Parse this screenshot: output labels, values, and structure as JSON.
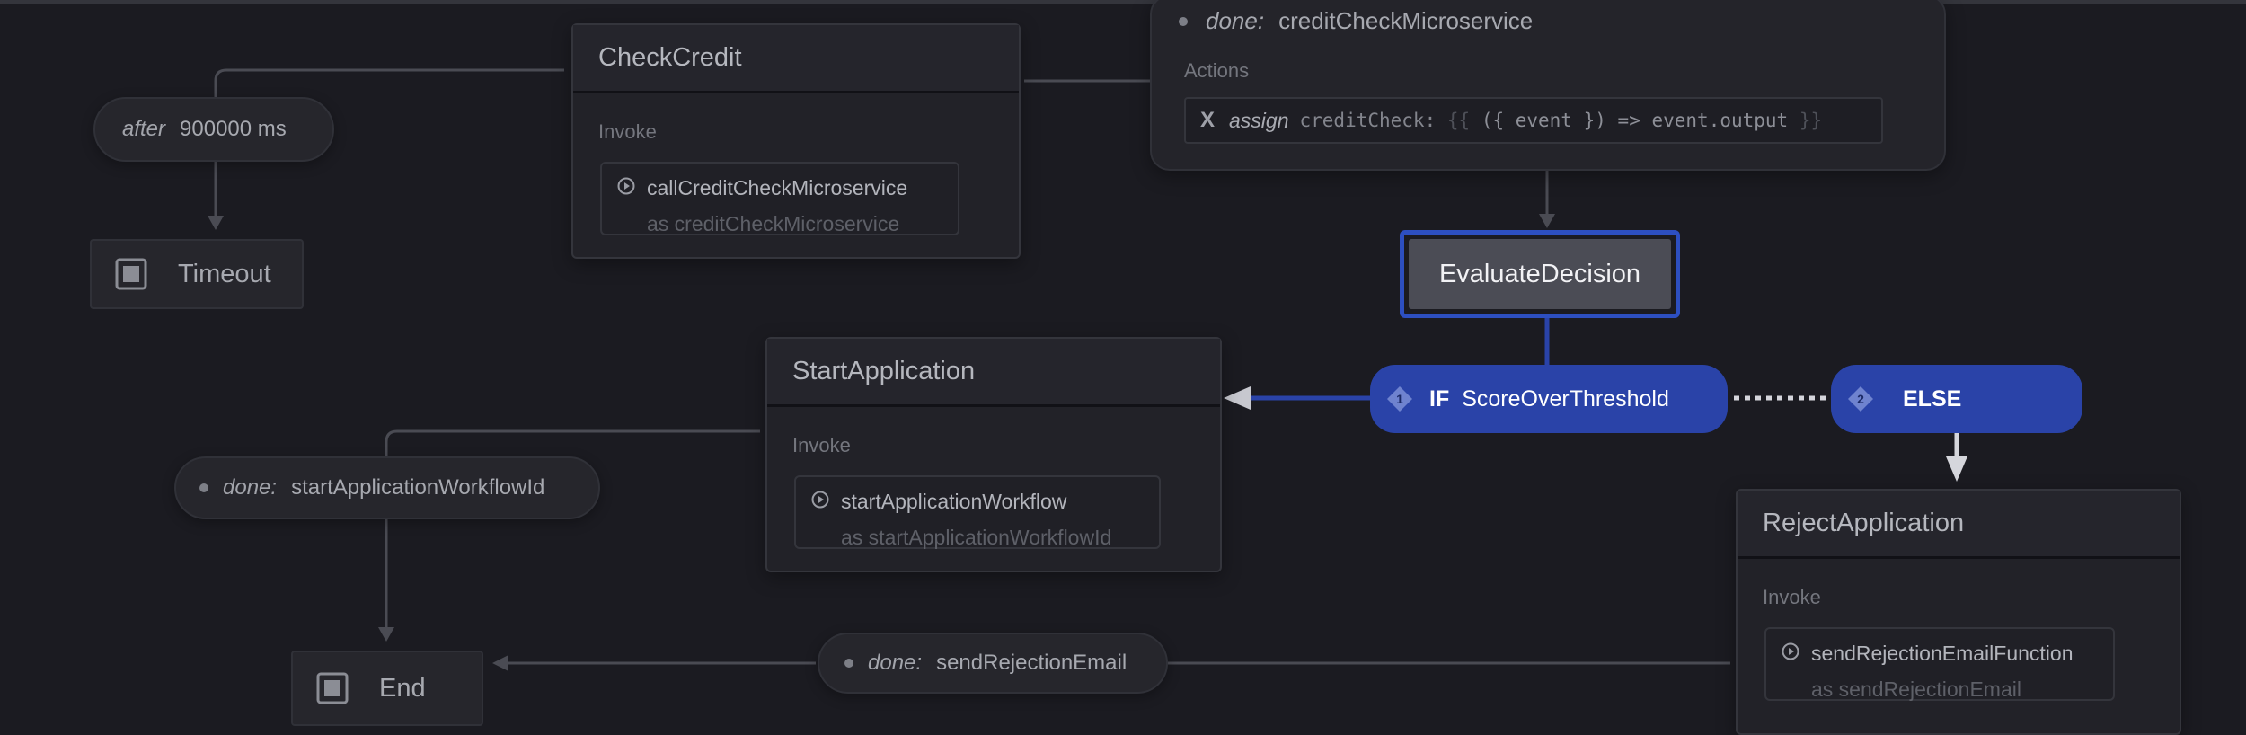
{
  "states": {
    "check_credit": {
      "name": "CheckCredit",
      "section": "Invoke",
      "src": "callCreditCheckMicroservice",
      "as": "as creditCheckMicroservice"
    },
    "start_application": {
      "name": "StartApplication",
      "section": "Invoke",
      "src": "startApplicationWorkflow",
      "as": "as startApplicationWorkflowId"
    },
    "reject_application": {
      "name": "RejectApplication",
      "section": "Invoke",
      "src": "sendRejectionEmailFunction",
      "as": "as sendRejectionEmail"
    },
    "evaluate_decision": {
      "name": "EvaluateDecision"
    },
    "timeout": {
      "name": "Timeout"
    },
    "end": {
      "name": "End"
    }
  },
  "done_card": {
    "keyword": "done:",
    "source": "creditCheckMicroservice",
    "section": "Actions",
    "action_icon": "X",
    "action_keyword": "assign",
    "code_prefix": "creditCheck:",
    "code_open": "{{",
    "code_body": "({ event }) => event.output",
    "code_close": "}}"
  },
  "transitions": {
    "after": {
      "keyword": "after",
      "value": "900000 ms"
    },
    "done_start": {
      "keyword": "done:",
      "value": "startApplicationWorkflowId"
    },
    "done_reject": {
      "keyword": "done:",
      "value": "sendRejectionEmail"
    }
  },
  "guards": {
    "if": {
      "number": "1",
      "keyword": "IF",
      "name": "ScoreOverThreshold"
    },
    "else": {
      "number": "2",
      "keyword": "ELSE"
    }
  },
  "colors": {
    "background": "#1b1b21",
    "node": "#222228",
    "edge": "#4a4b53",
    "active_blue": "#2a43a8",
    "highlight_border": "#2d4fc0",
    "active_state": "#4b4c55"
  },
  "icons": {
    "invoke": "play-circle-icon",
    "final": "final-state-icon",
    "guard": "diamond-number-icon"
  }
}
